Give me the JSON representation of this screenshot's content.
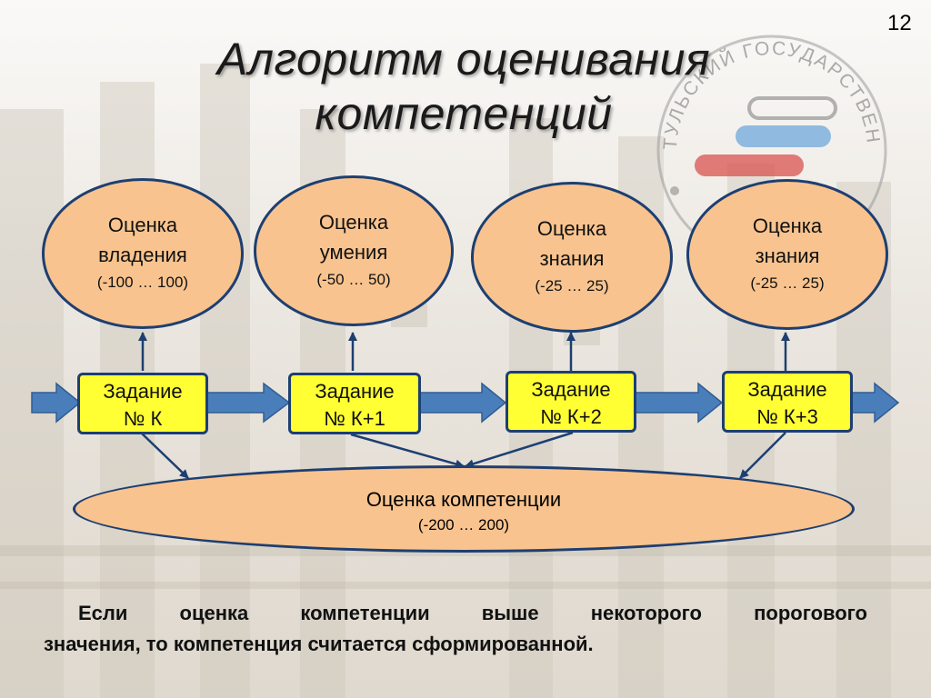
{
  "slide": {
    "page_number": "12",
    "title_lines": [
      "Алгоритм оценивания",
      "компетенций"
    ]
  },
  "circles": [
    {
      "label_1": "Оценка",
      "label_2": "владения",
      "range": "(-100 … 100)"
    },
    {
      "label_1": "Оценка",
      "label_2": "умения",
      "range": "(-50 … 50)"
    },
    {
      "label_1": "Оценка",
      "label_2": "знания",
      "range": "(-25 … 25)"
    },
    {
      "label_1": "Оценка",
      "label_2": "знания",
      "range": "(-25 … 25)"
    }
  ],
  "tasks": [
    {
      "line_1": "Задание",
      "line_2": "№ К"
    },
    {
      "line_1": "Задание",
      "line_2": "№ К+1"
    },
    {
      "line_1": "Задание",
      "line_2": "№ К+2"
    },
    {
      "line_1": "Задание",
      "line_2": "№ К+3"
    }
  ],
  "competence": {
    "label": "Оценка компетенции",
    "range": "(-200 … 200)"
  },
  "caption": {
    "line_1": "Если оценка компетенции выше некоторого порогового",
    "line_2": "значения, то компетенция считается сформированной."
  },
  "seal": {
    "text": "ТУЛЬСКИЙ ГОСУДАРСТВЕННЫЙ УНИВЕРСИТЕТ"
  },
  "colors": {
    "node_fill": "#f8c38e",
    "node_border": "#1d3f71",
    "task_fill": "#ffff33",
    "arrow_fill": "#4a7ebb",
    "seal_red": "#d9534f",
    "seal_blue": "#6fa8dc"
  }
}
